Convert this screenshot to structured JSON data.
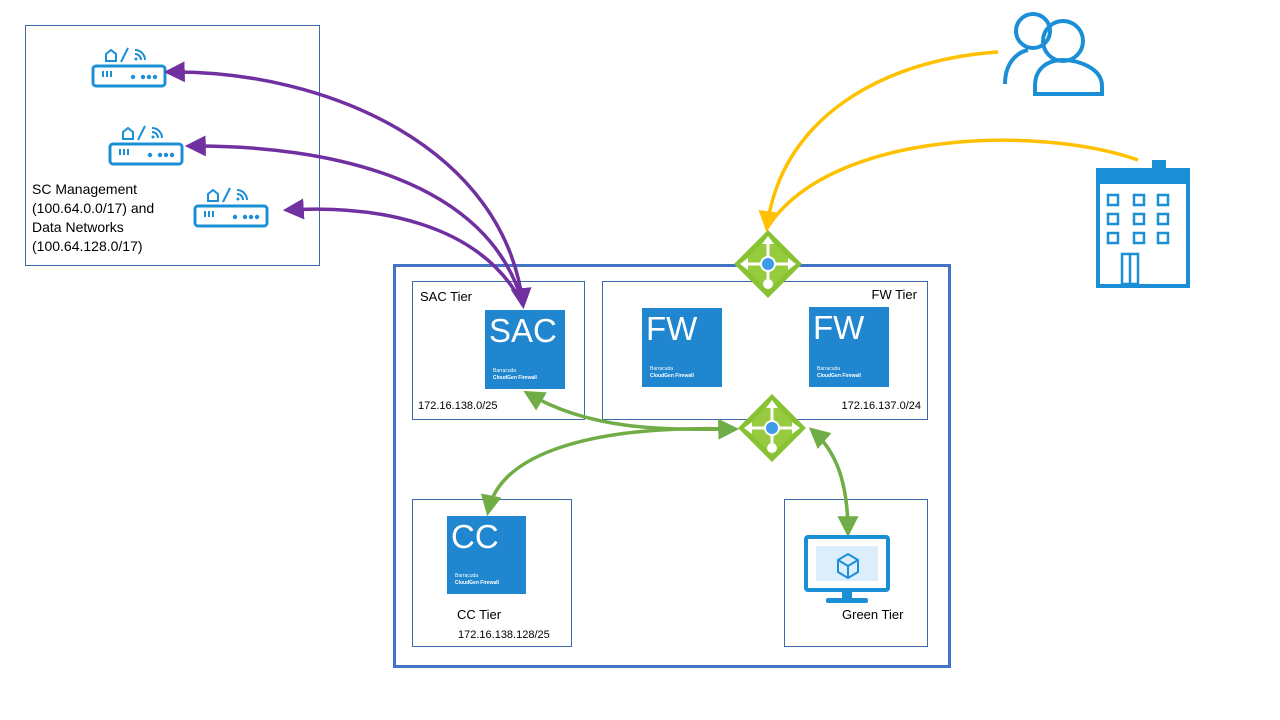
{
  "sc_area": {
    "label_line1": "SC Management",
    "label_line2": "(100.64.0.0/17)  and",
    "label_line3": "Data Networks",
    "label_line4": "(100.64.128.0/17)"
  },
  "tiers": {
    "sac": {
      "label": "SAC Tier",
      "subnet": "172.16.138.0/25"
    },
    "fw": {
      "label": "FW Tier",
      "subnet": "172.16.137.0/24"
    },
    "cc": {
      "label": "CC Tier",
      "subnet": "172.16.138.128/25"
    },
    "green": {
      "label": "Green Tier"
    }
  },
  "tiles": {
    "sac": {
      "title": "SAC",
      "vendor": "Barracuda",
      "product": "CloudGen Firewall"
    },
    "fw1": {
      "title": "FW",
      "vendor": "Barracuda",
      "product": "CloudGen Firewall"
    },
    "fw2": {
      "title": "FW",
      "vendor": "Barracuda",
      "product": "CloudGen Firewall"
    },
    "cc": {
      "title": "CC",
      "vendor": "Barracuda",
      "product": "CloudGen Firewall"
    }
  },
  "colors": {
    "purple": "#7030a0",
    "yellow": "#ffc000",
    "green": "#70ad47",
    "azure": "#1f86cf",
    "device": "#1b8fd6"
  }
}
